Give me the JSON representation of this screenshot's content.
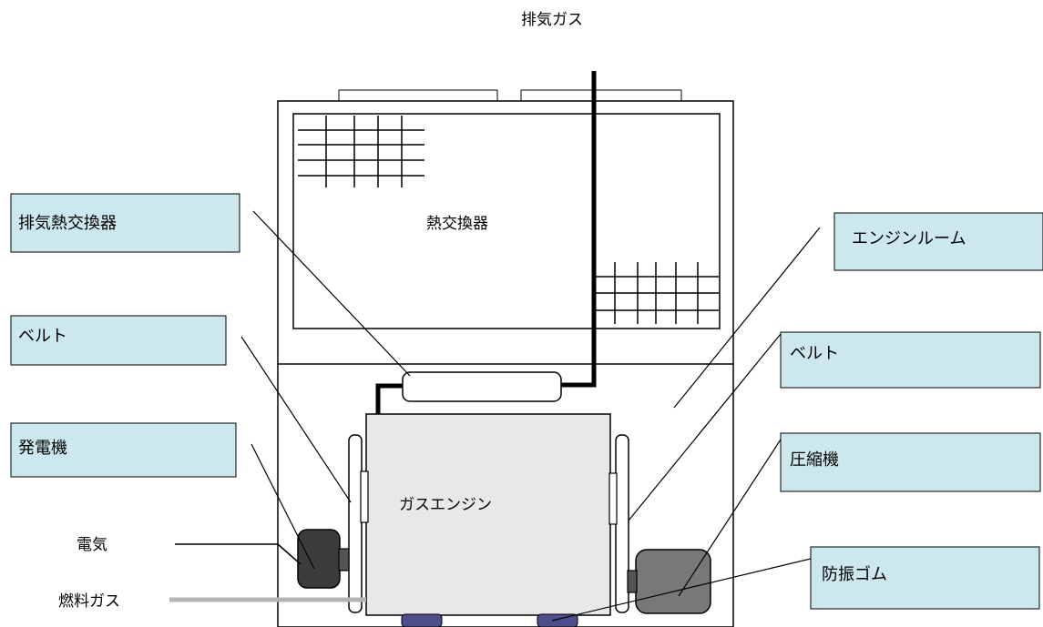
{
  "labels": {
    "exhaust_gas": "排気ガス",
    "heat_exchanger": "熱交換器",
    "gas_engine": "ガスエンジン",
    "electricity": "電気",
    "fuel_gas": "燃料ガス"
  },
  "callouts": {
    "exhaust_heat_exchanger": "排気熱交換器",
    "belt_left": "ベルト",
    "generator": "発電機",
    "engine_room": "エンジンルーム",
    "belt_right": "ベルト",
    "compressor": "圧縮機",
    "anti_vibration_rubber": "防振ゴム"
  },
  "colors": {
    "callout_fill": "#cce8ee",
    "engine_fill": "#e8e8e8",
    "generator_fill": "#3c3c3c",
    "compressor_fill": "#787878",
    "rubber_fill": "#4e4e8c",
    "fuel_line": "#b4b4b4"
  }
}
